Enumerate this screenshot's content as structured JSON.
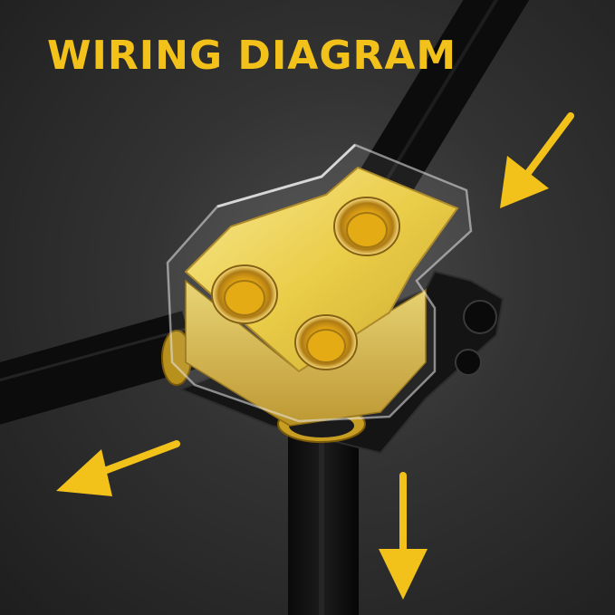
{
  "title": "WIRING DIAGRAM",
  "colors": {
    "accent": "#f2c21a",
    "background": "#2a2a2a",
    "cable": "#0e0e0e",
    "brass": "#e9c93a"
  },
  "arrows": [
    {
      "name": "input-arrow",
      "direction": "in"
    },
    {
      "name": "output-arrow-left",
      "direction": "out"
    },
    {
      "name": "output-arrow-down",
      "direction": "out"
    }
  ]
}
